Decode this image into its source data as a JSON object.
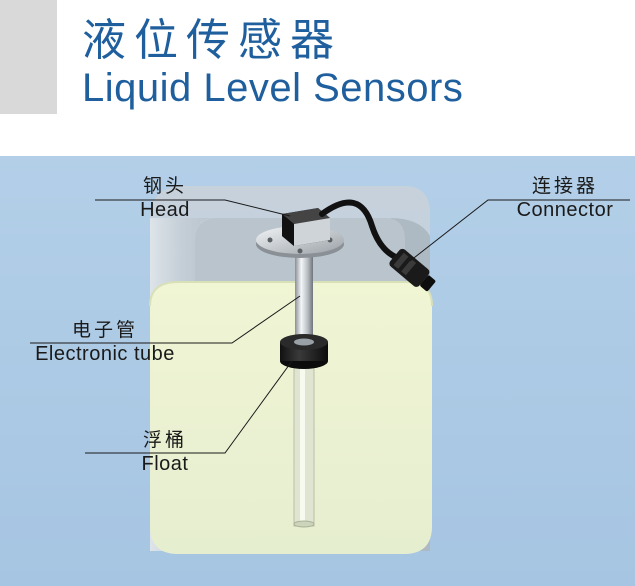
{
  "header": {
    "title_zh": "液位传感器",
    "title_en": "Liquid Level Sensors"
  },
  "labels": {
    "head": {
      "zh": "钢头",
      "en": "Head"
    },
    "connector": {
      "zh": "连接器",
      "en": "Connector"
    },
    "tube": {
      "zh": "电子管",
      "en": "Electronic tube"
    },
    "float": {
      "zh": "浮桶",
      "en": "Float"
    }
  },
  "colors": {
    "title": "#1f5f9e",
    "background": "#a9c8e4",
    "liquid": "#eef3d6",
    "tank_wall": "#cbd5dc"
  }
}
